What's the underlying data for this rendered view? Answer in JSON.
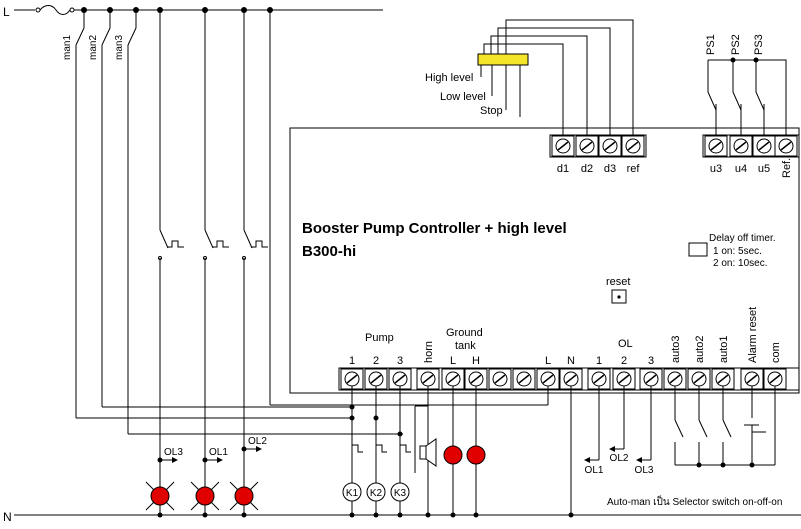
{
  "lines": {
    "live": "L",
    "neutral": "N"
  },
  "controller": {
    "title": "Booster Pump Controller + high level",
    "model": "B300-hi",
    "reset_label": "reset",
    "delay_timer": {
      "heading": "Delay off timer.",
      "option1": "1 on: 5sec.",
      "option2": "2 on: 10sec."
    }
  },
  "float_switch": {
    "high": "High level",
    "low": "Low level",
    "stop": "Stop"
  },
  "top_terminals": [
    "d1",
    "d2",
    "d3",
    "ref"
  ],
  "pressure_switches": [
    "PS1",
    "PS2",
    "PS3"
  ],
  "ps_terminals": [
    "u3",
    "u4",
    "u5",
    "Ref."
  ],
  "manual_switches": [
    "man1",
    "man2",
    "man3"
  ],
  "bottom_groups": {
    "pump": "Pump",
    "ground_tank": "Ground\ntank",
    "ol": "OL"
  },
  "bottom_terminals": [
    "1",
    "2",
    "3",
    "horn",
    "L",
    "H",
    "L",
    "N",
    "1",
    "2",
    "3",
    "auto3",
    "auto2",
    "auto1",
    "Alarm reset",
    "com"
  ],
  "contactors": [
    "K1",
    "K2",
    "K3"
  ],
  "overloads_left": [
    "OL3",
    "OL1",
    "OL2"
  ],
  "overloads_right": [
    "OL1",
    "OL2",
    "OL3"
  ],
  "note": "Auto-man เป็น Selector switch on-off-on"
}
